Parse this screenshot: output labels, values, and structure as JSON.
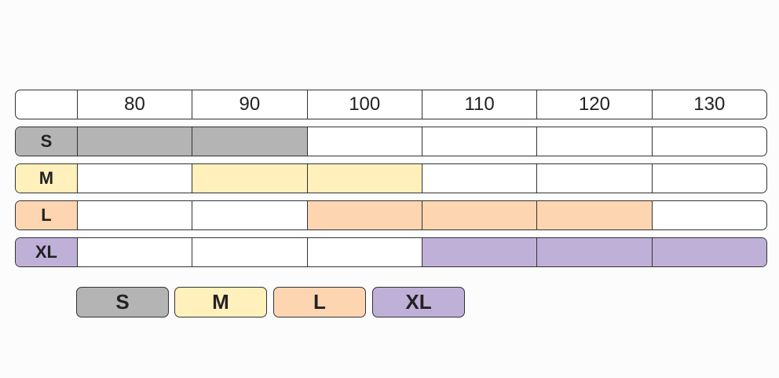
{
  "header": {
    "columns": [
      "80",
      "90",
      "100",
      "110",
      "120",
      "130"
    ]
  },
  "sizes": [
    {
      "label": "S",
      "color": "#b4b4b4",
      "range": [
        "80",
        "90"
      ]
    },
    {
      "label": "M",
      "color": "#fff0bc",
      "range": [
        "90",
        "100"
      ]
    },
    {
      "label": "L",
      "color": "#fdd5b1",
      "range": [
        "100",
        "120"
      ]
    },
    {
      "label": "XL",
      "color": "#bfb0d8",
      "range": [
        "110",
        "130"
      ]
    }
  ],
  "legend": [
    "S",
    "M",
    "L",
    "XL"
  ]
}
